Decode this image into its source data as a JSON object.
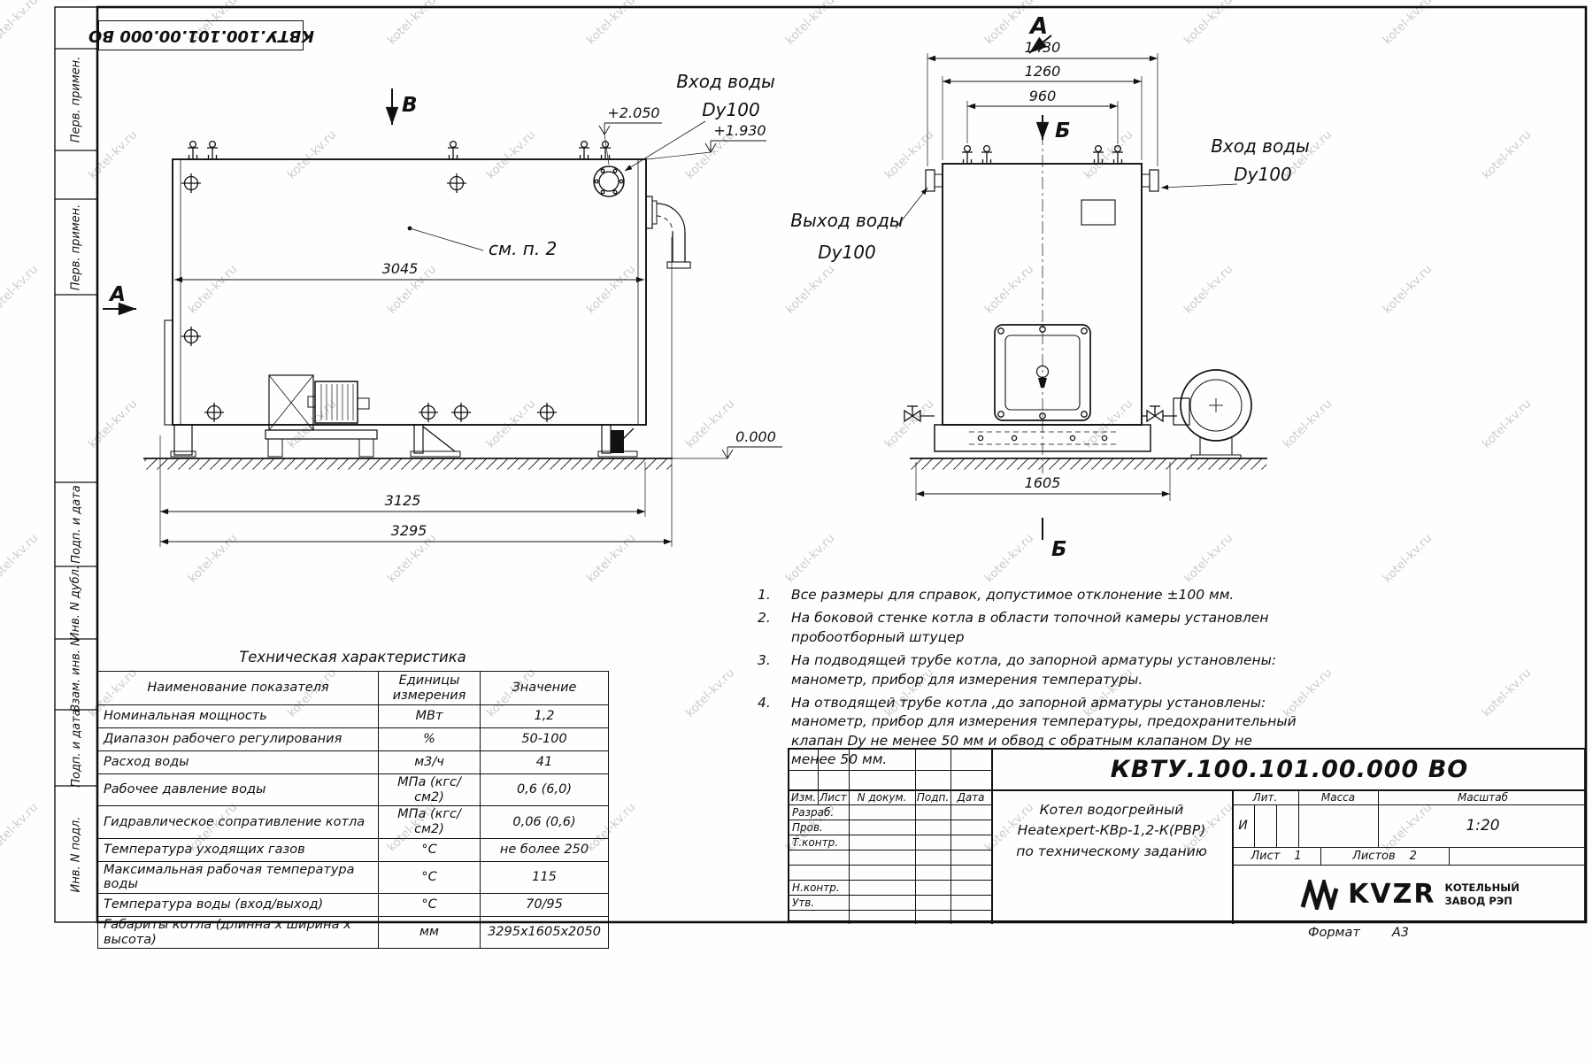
{
  "watermark": "kotel-kv.ru",
  "corner_stamp": {
    "doc_number": "КВТУ.100.101.00.000 ВО"
  },
  "margin_labels": [
    "Перв. примен.",
    "Перв. примен.",
    "Подп. и дата",
    "Инв. N дубл.",
    "Взам. инв. N",
    "Подп. и дата",
    "Инв. N подл."
  ],
  "side_view": {
    "view_b": "В",
    "view_a": "А",
    "inlet_title": "Вход воды",
    "inlet_dn": "Dy100",
    "lvl_top": "+2.050",
    "lvl_mid": "+1.930",
    "lvl_zero": "0.000",
    "see_note": "см. п. 2",
    "dim_3045": "3045",
    "dim_3125": "3125",
    "dim_3295": "3295"
  },
  "front_view": {
    "view_a": "А",
    "sec_b_top": "Б",
    "sec_b_bot": "Б",
    "inlet_title": "Вход воды",
    "inlet_dn": "Dy100",
    "outlet_title": "Выход воды",
    "outlet_dn": "Dy100",
    "dim_1430": "1430",
    "dim_1260": "1260",
    "dim_960": "960",
    "dim_1605": "1605"
  },
  "notes": [
    {
      "num": "1.",
      "text": "Все размеры для справок, допустимое отклонение  ±100 мм."
    },
    {
      "num": "2.",
      "text": "На боковой стенке котла в области топочной камеры установлен пробоотборный штуцер"
    },
    {
      "num": "3.",
      "text": "На  подводящей трубе котла, до запорной арматуры установлены: манометр, прибор для измерения температуры."
    },
    {
      "num": "4.",
      "text": "На отводящей трубе котла ,до запорной арматуры установлены: манометр, прибор для измерения температуры, предохранительный клапан  Dу не менее  50 мм и обвод с обратным клапаном  Dу не менее  50 мм."
    }
  ],
  "tech_table": {
    "title": "Техническая характеристика",
    "headers": [
      "Наименование показателя",
      "Единицы измерения",
      "Значение"
    ],
    "rows": [
      [
        "Номинальная мощность",
        "МВт",
        "1,2"
      ],
      [
        "Диапазон рабочего регулирования",
        "%",
        "50-100"
      ],
      [
        "Расход воды",
        "м3/ч",
        "41"
      ],
      [
        "Рабочее давление воды",
        "МПа (кгс/см2)",
        "0,6 (6,0)"
      ],
      [
        "Гидравлическое сопративление котла",
        "МПа (кгс/см2)",
        "0,06 (0,6)"
      ],
      [
        "Температура уходящих газов",
        "°С",
        "не более 250"
      ],
      [
        "Максимальная рабочая температура воды",
        "°С",
        "115"
      ],
      [
        "Температура воды (вход/выход)",
        "°С",
        "70/95"
      ],
      [
        "Габариты котла (длинна х ширина х высота)",
        "мм",
        "3295х1605х2050"
      ]
    ]
  },
  "title_block": {
    "doc_number": "КВТУ.100.101.00.000  ВО",
    "col_izm": "Изм.",
    "col_list": "Лист",
    "col_docum": "N докум.",
    "col_podp": "Подп.",
    "col_data": "Дата",
    "row_razrab": "Разраб.",
    "row_prov": "Пров.",
    "row_tkontr": "Т.контр.",
    "row_nkontr": "Н.контр.",
    "row_utv": "Утв.",
    "name1": "Котел водогрейный",
    "name2": "Heatexpert-КВр-1,2-К(РВР)",
    "name3": "по техническому заданию",
    "lit_label": "Лит.",
    "lit_value": "И",
    "mass_label": "Масса",
    "scale_label": "Масштаб",
    "scale_value": "1:20",
    "sheet_label": "Лист",
    "sheet_value": "1",
    "sheets_label": "Листов",
    "sheets_value": "2",
    "brand": "KVZR",
    "brand_line1": "КОТЕЛЬНЫЙ",
    "brand_line2": "ЗАВОД РЭП",
    "format_label": "Формат",
    "format_value": "А3"
  }
}
